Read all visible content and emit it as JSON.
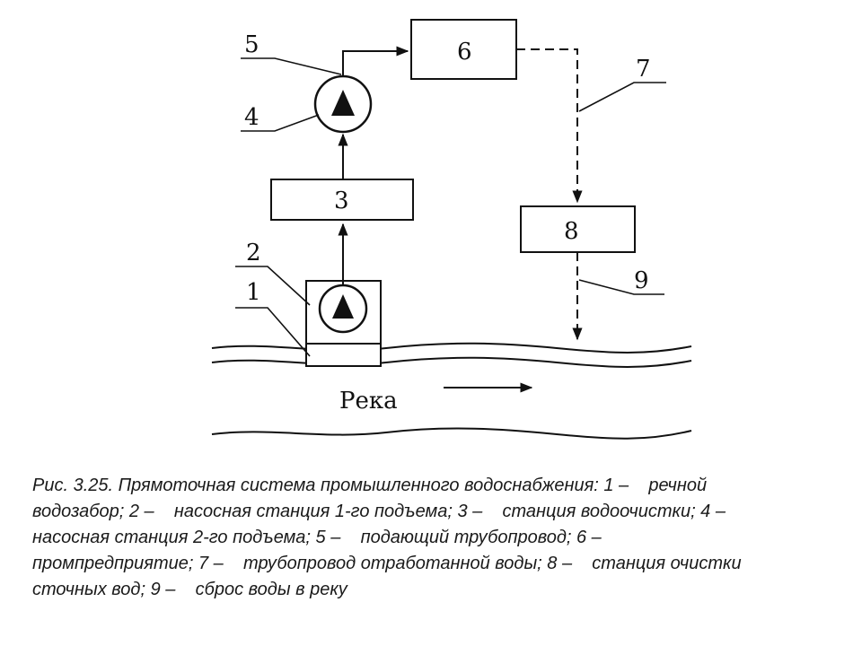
{
  "diagram": {
    "labels": {
      "n1": "1",
      "n2": "2",
      "n3": "3",
      "n4": "4",
      "n5": "5",
      "n6": "6",
      "n7": "7",
      "n8": "8",
      "n9": "9"
    },
    "river_label": "Река"
  },
  "caption": {
    "lines": [
      "Рис. 3.25. Прямоточная система промышленного водоснабжения: 1 –    речной",
      "водозабор; 2 –    насосная станция 1-го подъема; 3 –    станция водоочистки; 4 –",
      "насосная станция 2-го подъема; 5 –    подающий трубопровод; 6 –",
      "промпредприятие; 7 –    трубопровод отработанной воды; 8 –    станция очистки",
      "сточных вод; 9 –    сброс воды в реку"
    ]
  }
}
